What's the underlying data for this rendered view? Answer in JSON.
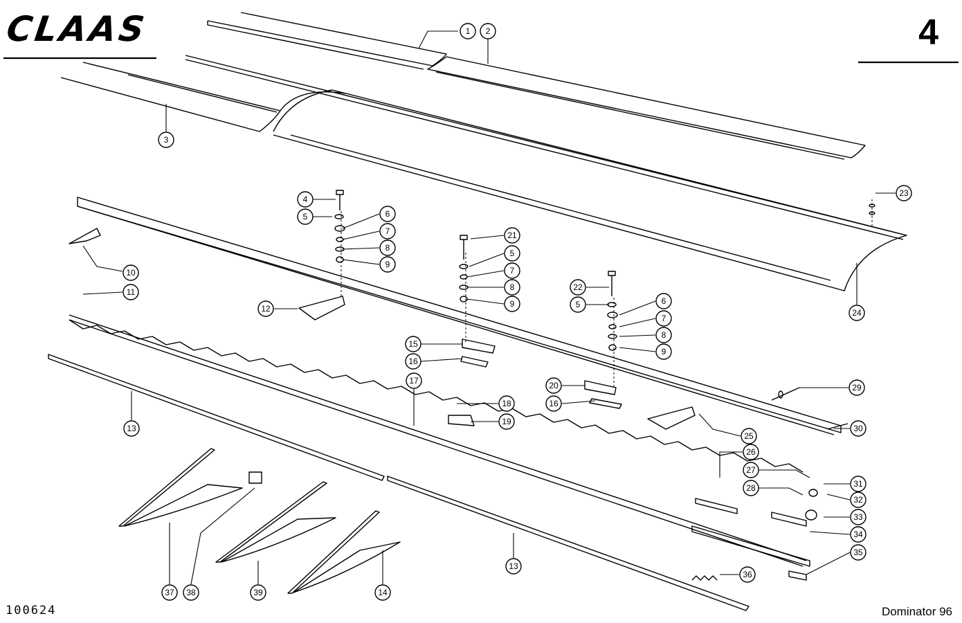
{
  "header": {
    "brand": "CLAAS",
    "page_number": "4"
  },
  "footer": {
    "reference": "100624",
    "model": "Dominator 96"
  },
  "callouts": [
    {
      "label": "1"
    },
    {
      "label": "2"
    },
    {
      "label": "3"
    },
    {
      "label": "4"
    },
    {
      "label": "5"
    },
    {
      "label": "6"
    },
    {
      "label": "7"
    },
    {
      "label": "8"
    },
    {
      "label": "9"
    },
    {
      "label": "21"
    },
    {
      "label": "5"
    },
    {
      "label": "7"
    },
    {
      "label": "8"
    },
    {
      "label": "9"
    },
    {
      "label": "22"
    },
    {
      "label": "5"
    },
    {
      "label": "6"
    },
    {
      "label": "7"
    },
    {
      "label": "8"
    },
    {
      "label": "9"
    },
    {
      "label": "23"
    },
    {
      "label": "24"
    },
    {
      "label": "10"
    },
    {
      "label": "11"
    },
    {
      "label": "12"
    },
    {
      "label": "15"
    },
    {
      "label": "16"
    },
    {
      "label": "17"
    },
    {
      "label": "18"
    },
    {
      "label": "19"
    },
    {
      "label": "20"
    },
    {
      "label": "16"
    },
    {
      "label": "13"
    },
    {
      "label": "29"
    },
    {
      "label": "30"
    },
    {
      "label": "25"
    },
    {
      "label": "26"
    },
    {
      "label": "27"
    },
    {
      "label": "28"
    },
    {
      "label": "31"
    },
    {
      "label": "32"
    },
    {
      "label": "33"
    },
    {
      "label": "34"
    },
    {
      "label": "35"
    },
    {
      "label": "36"
    },
    {
      "label": "13"
    },
    {
      "label": "37"
    },
    {
      "label": "38"
    },
    {
      "label": "39"
    },
    {
      "label": "14"
    }
  ]
}
